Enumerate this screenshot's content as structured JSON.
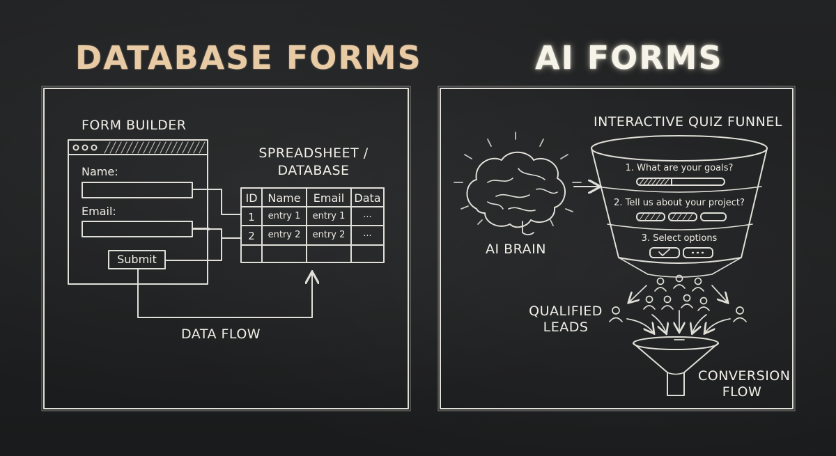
{
  "left_panel": {
    "title": "DATABASE FORMS",
    "form_builder_label": "FORM BUILDER",
    "window_dots": "ooo",
    "name_label": "Name:",
    "email_label": "Email:",
    "submit_label": "Submit",
    "spreadsheet_label_line1": "SPREADSHEET /",
    "spreadsheet_label_line2": "DATABASE",
    "table": {
      "headers": [
        "ID",
        "Name",
        "Email",
        "Data"
      ],
      "rows": [
        [
          "1",
          "entry 1",
          "entry 1",
          "..."
        ],
        [
          "2",
          "entry 2",
          "entry 2",
          "..."
        ]
      ]
    },
    "data_flow_label": "DATA FLOW"
  },
  "right_panel": {
    "title": "AI FORMS",
    "brain_label": "AI BRAIN",
    "funnel_label": "INTERACTIVE QUIZ FUNNEL",
    "questions": [
      "1. What are your goals?",
      "2. Tell us about your project?",
      "3. Select options"
    ],
    "leads_label_line1": "QUALIFIED",
    "leads_label_line2": "LEADS",
    "conversion_label_line1": "CONVERSION",
    "conversion_label_line2": "FLOW"
  },
  "icons": [
    "brain-icon",
    "funnel-icon",
    "person-icon",
    "arrow-icon",
    "checkmark-icon"
  ],
  "colors": {
    "board": "#1c1d1e",
    "chalk": "#f1efe8",
    "accent_title": "#e8caa4"
  }
}
